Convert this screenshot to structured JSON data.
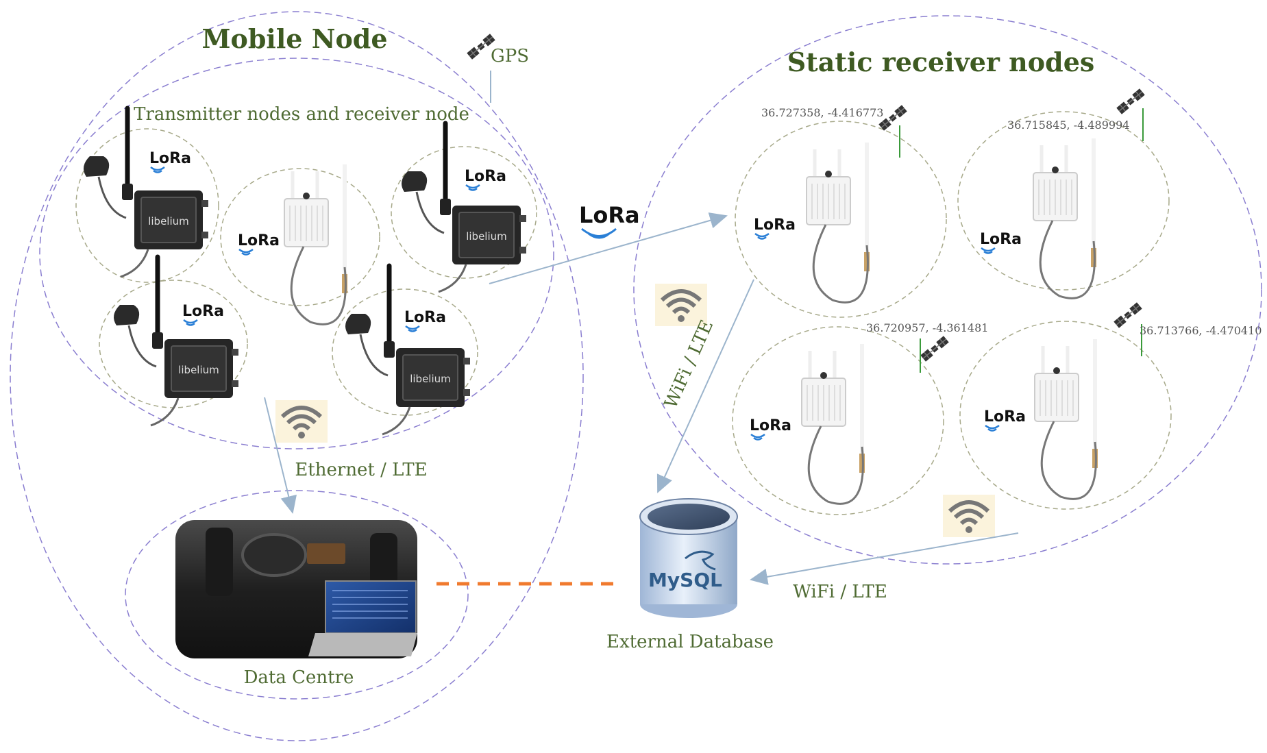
{
  "colors": {
    "group_boundary": "#8a7ed0",
    "node_boundary": "#a7a98a",
    "text_green": "#3e5a22",
    "arrow": "#9bb4cc",
    "dashed_link": "#f07a2e",
    "lora_blue": "#2a7fd6",
    "wifi_bg": "#fbf3dc",
    "gps_line": "#3a9a3a"
  },
  "mobile_node": {
    "title": "Mobile Node",
    "gps_label": "GPS",
    "inner_group_title": "Transmitter nodes and receiver node",
    "devices": [
      {
        "kind": "libelium",
        "badge": "LoRa",
        "brand": "libelium"
      },
      {
        "kind": "gateway",
        "badge": "LoRa"
      },
      {
        "kind": "libelium",
        "badge": "LoRa",
        "brand": "libelium"
      },
      {
        "kind": "libelium",
        "badge": "LoRa",
        "brand": "libelium"
      },
      {
        "kind": "libelium",
        "badge": "LoRa",
        "brand": "libelium"
      }
    ],
    "uplink_label": "Ethernet / LTE",
    "data_centre_label": "Data Centre"
  },
  "lora_link_label": "LoRa",
  "static_nodes": {
    "title": "Static receiver nodes",
    "nodes": [
      {
        "coord": "36.727358, -4.416773",
        "badge": "LoRa"
      },
      {
        "coord": "36.715845, -4.489994",
        "badge": "LoRa"
      },
      {
        "coord": "36.720957, -4.361481",
        "badge": "LoRa"
      },
      {
        "coord": "36.713766, -4.470410",
        "badge": "LoRa"
      }
    ],
    "link_label_left": "WiFi / LTE",
    "link_label_bottom": "WiFi / LTE"
  },
  "database": {
    "logo_text": "MySQL",
    "label": "External Database"
  },
  "icons": [
    "satellite-icon",
    "wifi-icon",
    "lora-icon",
    "database-icon",
    "laptop-icon"
  ]
}
